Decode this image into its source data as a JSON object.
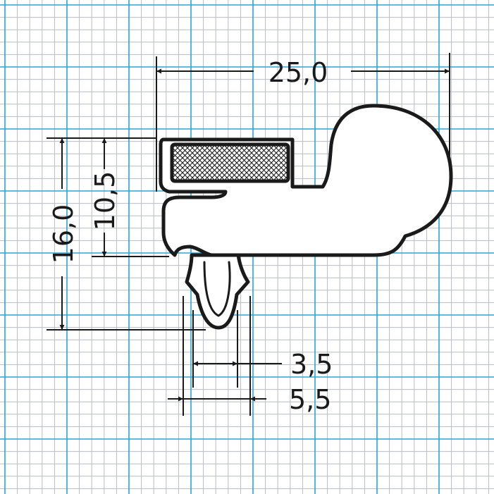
{
  "colors": {
    "background": "#ffffff",
    "grid_minor": "#b8bcc4",
    "grid_major": "#29a7d6",
    "profile_stroke": "#1a1a1a",
    "dimension_stroke": "#1a1a1a"
  },
  "dimensions": {
    "overall_width": "25,0",
    "overall_height": "16,0",
    "upper_height": "10,5",
    "inner_width": "3,5",
    "outer_width": "5,5"
  }
}
